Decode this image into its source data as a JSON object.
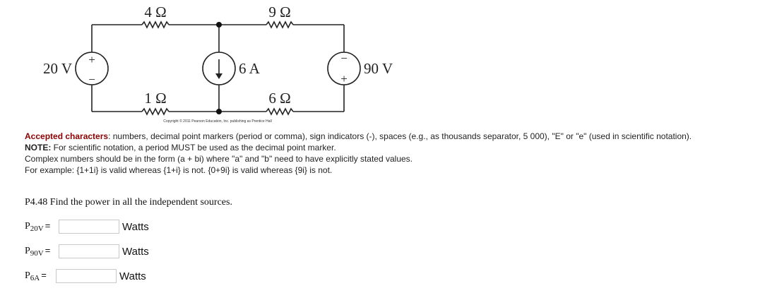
{
  "circuit": {
    "r_top_left": "4 Ω",
    "r_top_right": "9 Ω",
    "r_bottom_left": "1 Ω",
    "r_bottom_right": "6 Ω",
    "v_left": "20 V",
    "v_right": "90 V",
    "i_source": "6 A",
    "plus": "+",
    "minus": "−",
    "copyright": "Copyright © 2011 Pearson Education, Inc. publishing as Prentice Hall"
  },
  "notes": {
    "accepted_label": "Accepted characters",
    "accepted_text": ": numbers, decimal point markers (period or comma), sign indicators (-), spaces (e.g., as thousands separator, 5 000), \"E\" or \"e\" (used in scientific notation).",
    "note_label": "NOTE:",
    "note_text": " For scientific notation, a period MUST be used as the decimal point marker.",
    "complex_text": "Complex numbers should be in the form (a + bi) where \"a\" and \"b\" need to have explicitly stated values.",
    "example_text": "For example: {1+1i} is valid whereas {1+i} is not. {0+9i} is valid whereas {9i} is not."
  },
  "problem": {
    "text": "P4.48  Find the power in all the independent sources."
  },
  "answers": [
    {
      "label": "P",
      "sub": "20V",
      "eq": "=",
      "value": "",
      "unit": "Watts"
    },
    {
      "label": "P",
      "sub": "90V",
      "eq": "=",
      "value": "",
      "unit": "Watts"
    },
    {
      "label": "P",
      "sub": "6A",
      "eq": "=",
      "value": "",
      "unit": "Watts"
    }
  ]
}
